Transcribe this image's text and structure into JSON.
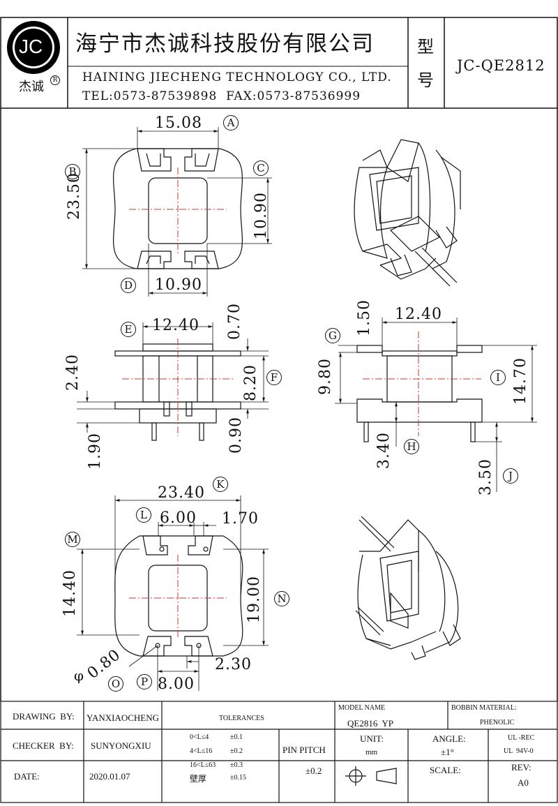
{
  "header": {
    "logo_mark": "JC",
    "logo_cn": "杰诚",
    "logo_reg": "R",
    "company_cn": "海宁市杰诚科技股份有限公司",
    "company_en": "HAINING JIECHENG TECHNOLOGY CO., LTD.",
    "contact": "TEL:0573-87539898  FAX:0573-87536999",
    "type_label_1": "型",
    "type_label_2": "号",
    "part_number": "JC-QE2812"
  },
  "dimensions": {
    "A": "15.08",
    "B": "23.50",
    "C": "10.90",
    "D": "10.90",
    "E": "12.40",
    "top_070": "0.70",
    "left_240": "2.40",
    "F": "8.20",
    "bottom_090": "0.90",
    "bottom_190": "1.90",
    "G": "1.50",
    "top_1240": "12.40",
    "left_980": "9.80",
    "I": "14.70",
    "H": "3.40",
    "J": "3.50",
    "K": "23.40",
    "L": "6.00",
    "right_170": "1.70",
    "M": "14.40",
    "N": "19.00",
    "O": "0.80",
    "phi": "φ",
    "P": "8.00",
    "right_230": "2.30"
  },
  "circle_labels": [
    "A",
    "B",
    "C",
    "D",
    "E",
    "F",
    "G",
    "H",
    "I",
    "J",
    "K",
    "L",
    "M",
    "N",
    "O",
    "P"
  ],
  "title_block": {
    "drawing_by_label": "DRAWING  BY:",
    "drawing_by": "YANXIAOCHENG",
    "tolerances_label": "TOLERANCES",
    "model_name_label": "MODEL NAME",
    "model_name": "QE2816  YP",
    "bobbin_material_label": "BOBBIN MATERIAL:",
    "bobbin_material": "PHENOLIC",
    "checker_by_label": "CHECKER  BY:",
    "checker_by": "SUNYONGXIU",
    "tol_rows": [
      {
        "range": "0<L≤4",
        "value": "±0.1"
      },
      {
        "range": "4<L≤16",
        "value": "±0.2"
      },
      {
        "range": "16<L≤63",
        "value": "±0.3"
      },
      {
        "range": "壁厚",
        "value": "±0.15"
      }
    ],
    "pin_pitch_label": "PIN PITCH",
    "pin_pitch": "±0.2",
    "unit_label": "UNIT:",
    "unit": "mm",
    "angle_label": "ANGLE:",
    "angle": "±1°",
    "ul_1": "UL -REC",
    "ul_2": "UL  94V-0",
    "date_label": "DATE:",
    "date": "2020.01.07",
    "scale_label": "SCALE:",
    "rev_label": "REV:",
    "rev": "A0"
  }
}
